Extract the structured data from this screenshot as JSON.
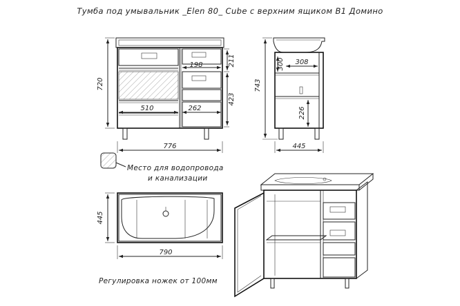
{
  "title": "Тумба под умывальник _Elen 80_ Cube с верхним ящиком В1 Домино",
  "front_view": {
    "height_720": "720",
    "width_776": "776",
    "drawer_198": "198",
    "drawer_211": "211",
    "door_423": "423",
    "shelf_510": "510",
    "drawer_262": "262"
  },
  "side_view": {
    "height_743": "743",
    "depth_445": "445",
    "inner_300": "300",
    "inner_308": "308",
    "shelf_226": "226"
  },
  "top_view": {
    "depth_445": "445",
    "width_790": "790"
  },
  "legend": {
    "line1": "Место для водопровода",
    "line2": "и канализации"
  },
  "footer_note": "Регулировка ножек от 100мм"
}
